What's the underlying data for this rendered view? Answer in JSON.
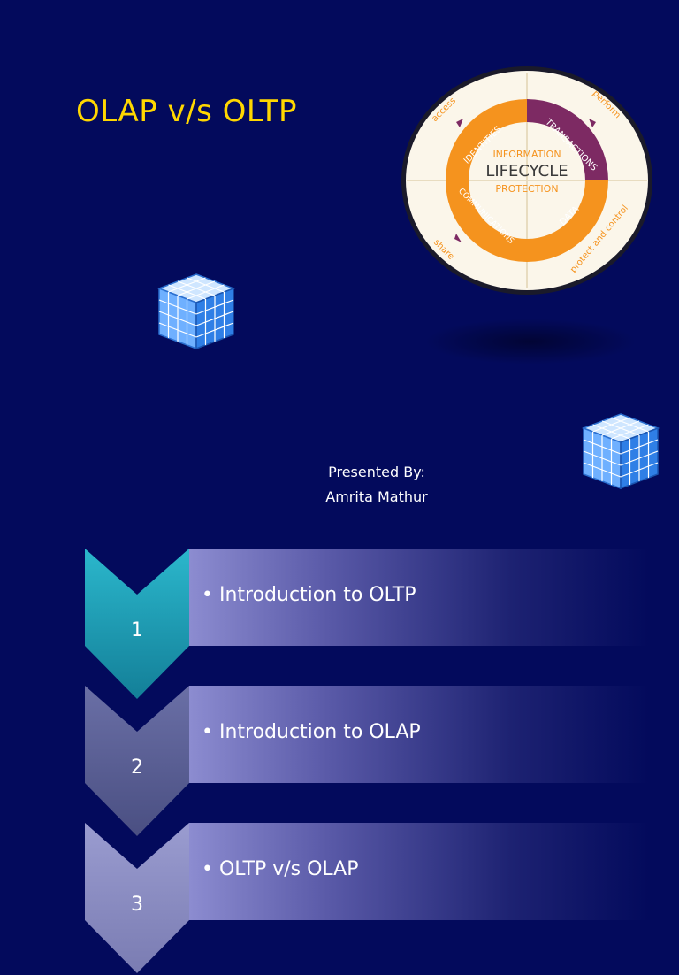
{
  "slide": {
    "title": "OLAP v/s OLTP",
    "presenter_label": "Presented By:",
    "presenter_name": "Amrita Mathur"
  },
  "lifecycle": {
    "center_top": "INFORMATION",
    "center_main": "LIFECYCLE",
    "center_bottom": "PROTECTION",
    "segments": [
      "IDENTITIES",
      "TRANSACTIONS",
      "COMMUNICATIONS",
      "DATA"
    ],
    "outer_labels": [
      "access",
      "perform",
      "share",
      "protect and control"
    ],
    "colors": {
      "orange": "#f5931e",
      "purple": "#7d2a63",
      "ring": "#ffffff"
    }
  },
  "steps": [
    {
      "number": "1",
      "text": "• Introduction to OLTP",
      "chevron_color": "#1a9fb8"
    },
    {
      "number": "2",
      "text": "• Introduction to OLAP",
      "chevron_color": "#5a5f92"
    },
    {
      "number": "3",
      "text": "• OLTP  v/s OLAP",
      "chevron_color": "#8a8cc0"
    }
  ],
  "icons": [
    "cube-icon",
    "cube-icon"
  ]
}
